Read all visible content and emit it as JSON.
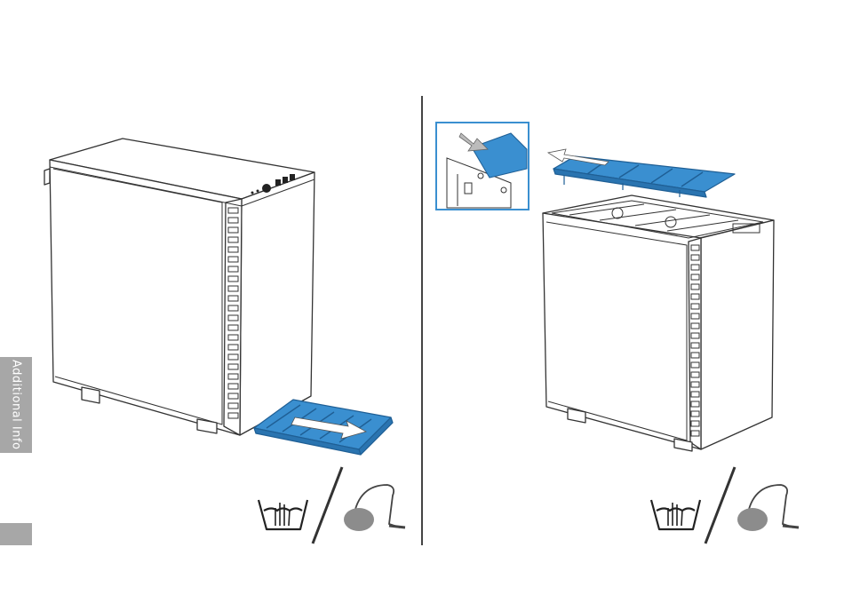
{
  "side_tab": {
    "label": "Additional Info"
  },
  "colors": {
    "accent": "#3a8fd0",
    "accent_dark": "#1f5f95",
    "icon_gray": "#8c8c8c",
    "tab_gray": "#a7a7a7",
    "line": "#333333"
  },
  "panels": [
    {
      "id": "left",
      "filter_location": "bottom",
      "arrow": "slide-out-front"
    },
    {
      "id": "right",
      "filter_location": "top",
      "arrow": "slide-out-back",
      "inset": "latch-release-detail"
    }
  ],
  "care_icons": [
    "hand-wash-icon",
    "vacuum-cleaner-icon"
  ]
}
